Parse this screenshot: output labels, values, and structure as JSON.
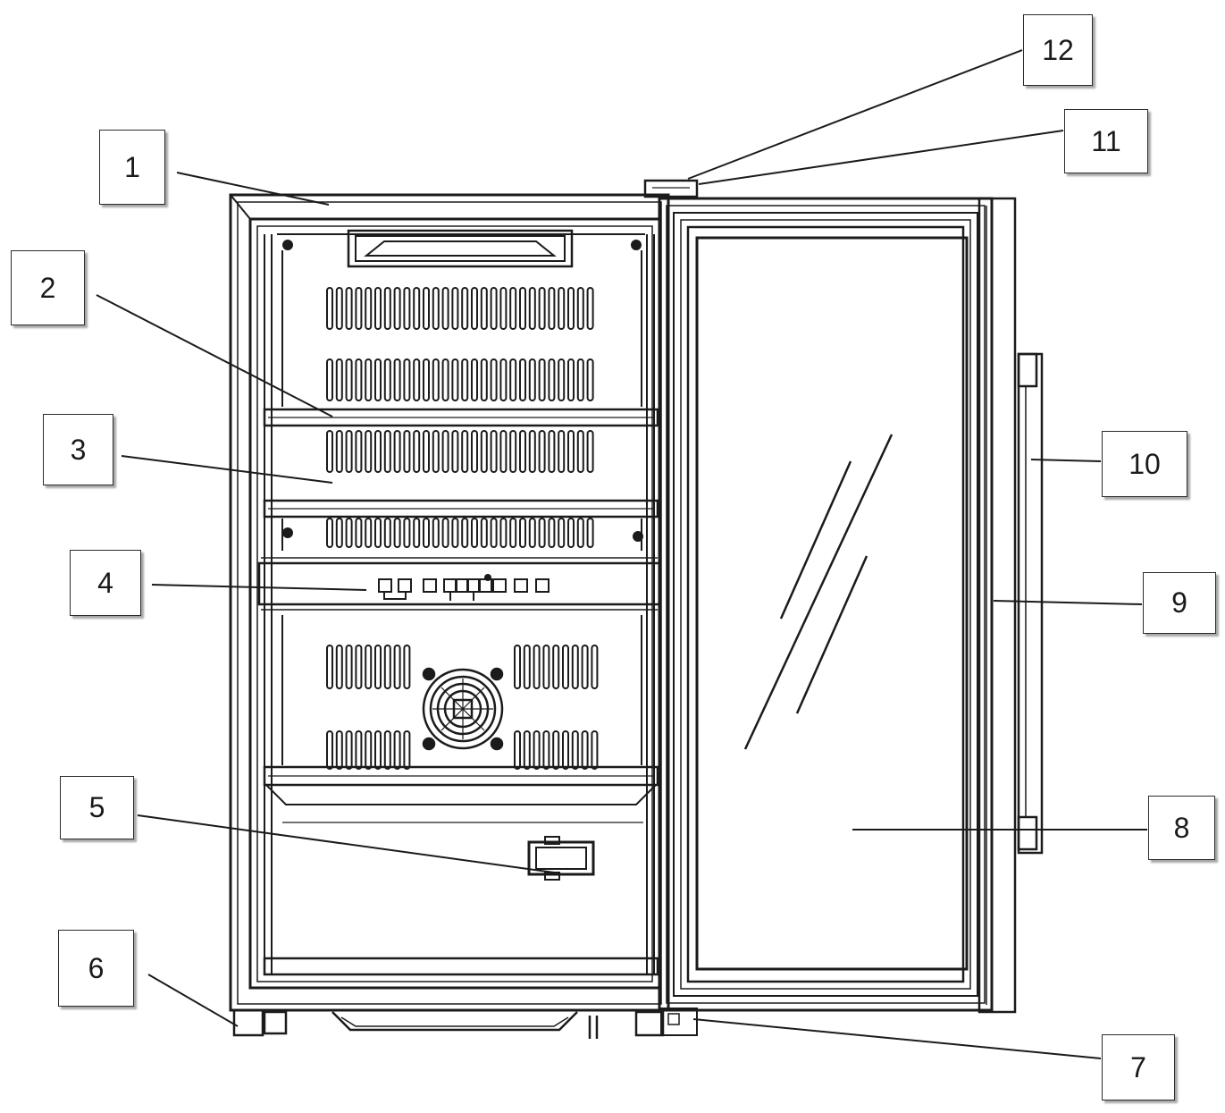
{
  "colors": {
    "line": "#1b1b1b",
    "background": "#ffffff",
    "label_border": "#2b2b2b"
  },
  "callouts": [
    {
      "id": "1",
      "label": "1"
    },
    {
      "id": "2",
      "label": "2"
    },
    {
      "id": "3",
      "label": "3"
    },
    {
      "id": "4",
      "label": "4"
    },
    {
      "id": "5",
      "label": "5"
    },
    {
      "id": "6",
      "label": "6"
    },
    {
      "id": "7",
      "label": "7"
    },
    {
      "id": "8",
      "label": "8"
    },
    {
      "id": "9",
      "label": "9"
    },
    {
      "id": "10",
      "label": "10"
    },
    {
      "id": "11",
      "label": "11"
    },
    {
      "id": "12",
      "label": "12"
    }
  ]
}
